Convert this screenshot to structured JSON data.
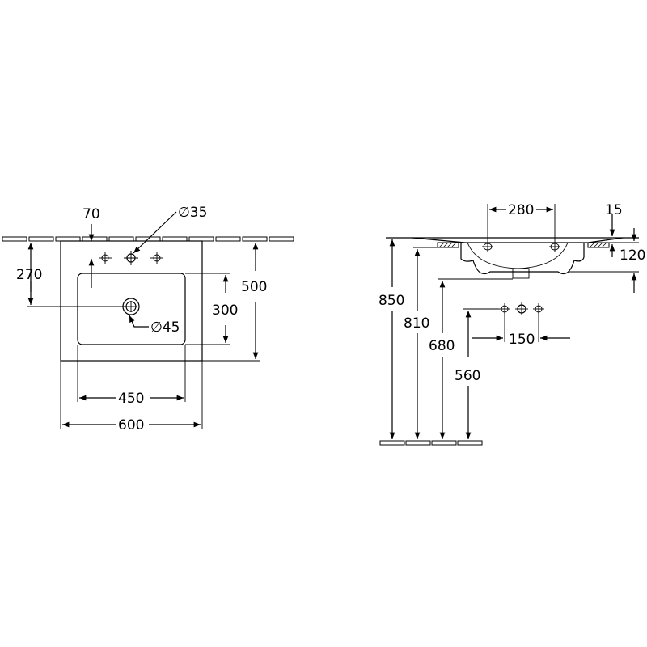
{
  "top_view": {
    "dims": {
      "tap_offset": "70",
      "tap_hole_dia": "∅35",
      "wall_to_bowl": "270",
      "bowl_depth": "300",
      "total_depth": "500",
      "drain_dia": "∅45",
      "bowl_width": "450",
      "total_width": "600"
    }
  },
  "side_view": {
    "dims": {
      "tap_spacing": "280",
      "rim_thickness": "15",
      "basin_height": "120",
      "height_total": "850",
      "height_rim_bottom": "810",
      "height_bottom": "680",
      "height_fitting": "560",
      "fitting_spacing": "150"
    }
  }
}
